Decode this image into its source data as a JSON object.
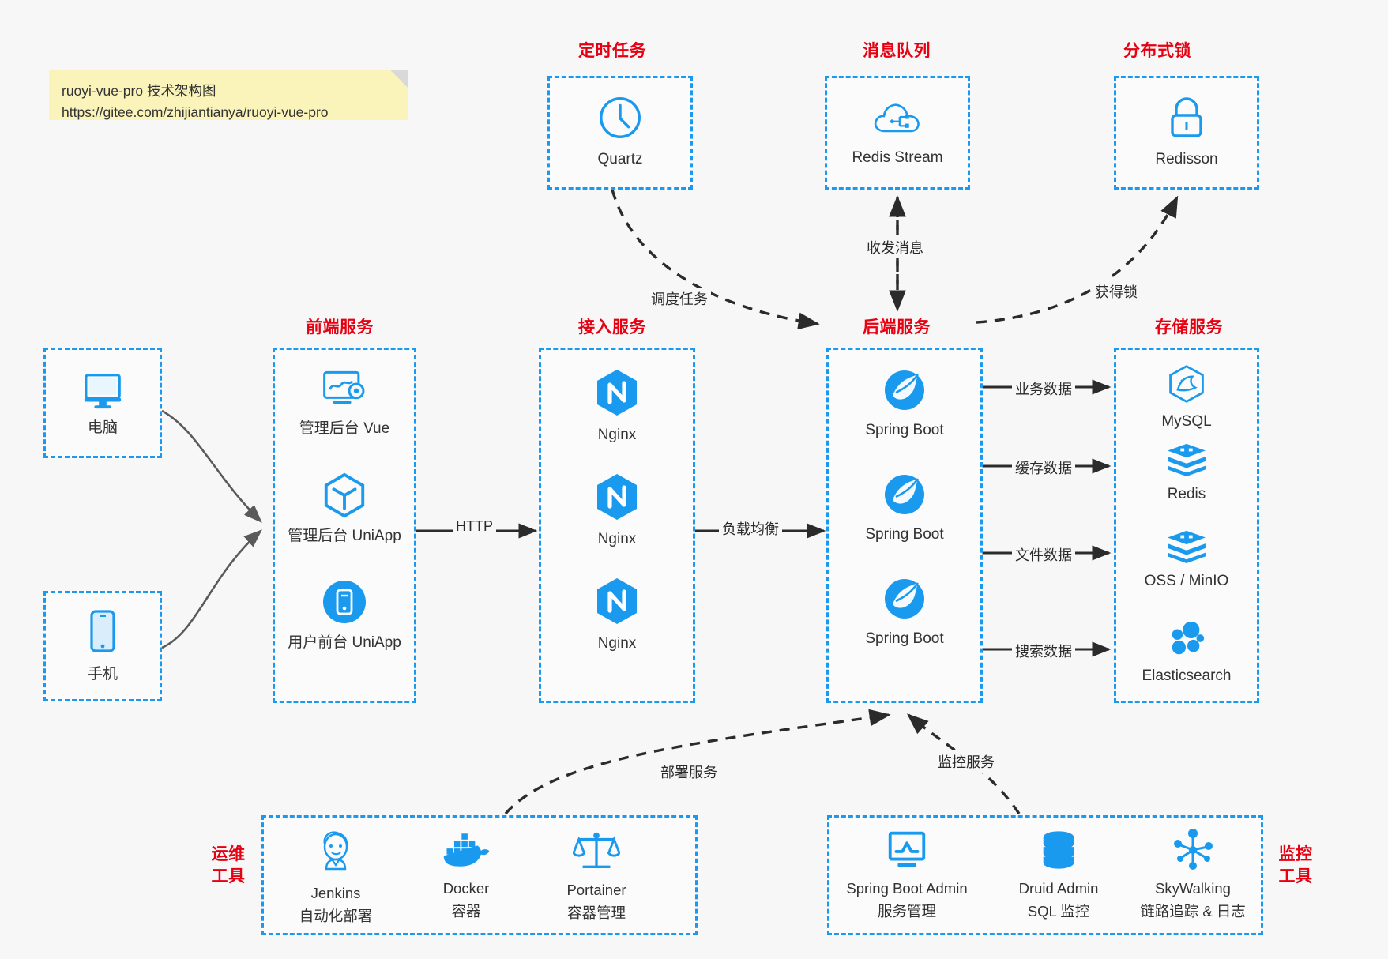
{
  "note": {
    "line1": "ruoyi-vue-pro 技术架构图",
    "line2": "https://gitee.com/zhijiantianya/ruoyi-vue-pro"
  },
  "colors": {
    "accent": "#1a9aee",
    "title": "#e60012",
    "background": "#f7f7f7",
    "note": "#fbf4ba",
    "arrow": "#2b2b2b"
  },
  "groups": {
    "scheduler": {
      "title": "定时任务"
    },
    "mq": {
      "title": "消息队列"
    },
    "lock": {
      "title": "分布式锁"
    },
    "frontend": {
      "title": "前端服务"
    },
    "gateway": {
      "title": "接入服务"
    },
    "backend": {
      "title": "后端服务"
    },
    "storage": {
      "title": "存储服务"
    },
    "devops": {
      "title": "运维\n工具",
      "line1": "运维",
      "line2": "工具"
    },
    "monitor": {
      "title": "监控\n工具",
      "line1": "监控",
      "line2": "工具"
    }
  },
  "nodes": {
    "quartz": {
      "label": "Quartz",
      "icon": "clock-icon"
    },
    "redis_stream": {
      "label": "Redis Stream",
      "icon": "cloud-network-icon"
    },
    "redisson": {
      "label": "Redisson",
      "icon": "lock-icon"
    },
    "computer": {
      "label": "电脑",
      "icon": "monitor-icon"
    },
    "phone": {
      "label": "手机",
      "icon": "phone-icon"
    },
    "admin_vue": {
      "label": "管理后台 Vue",
      "icon": "dashboard-icon"
    },
    "admin_uniapp": {
      "label": "管理后台 UniApp",
      "icon": "uniapp-icon"
    },
    "user_uniapp": {
      "label": "用户前台 UniApp",
      "icon": "mobile-app-icon"
    },
    "nginx1": {
      "label": "Nginx",
      "icon": "nginx-icon"
    },
    "nginx2": {
      "label": "Nginx",
      "icon": "nginx-icon"
    },
    "nginx3": {
      "label": "Nginx",
      "icon": "nginx-icon"
    },
    "spring1": {
      "label": "Spring Boot",
      "icon": "spring-icon"
    },
    "spring2": {
      "label": "Spring Boot",
      "icon": "spring-icon"
    },
    "spring3": {
      "label": "Spring Boot",
      "icon": "spring-icon"
    },
    "mysql": {
      "label": "MySQL",
      "icon": "mysql-icon"
    },
    "redis": {
      "label": "Redis",
      "icon": "redis-icon"
    },
    "oss": {
      "label": "OSS / MinIO",
      "icon": "oss-icon"
    },
    "elasticsearch": {
      "label": "Elasticsearch",
      "icon": "elasticsearch-icon"
    },
    "jenkins": {
      "label": "Jenkins",
      "sublabel": "自动化部署",
      "icon": "jenkins-icon"
    },
    "docker": {
      "label": "Docker",
      "sublabel": "容器",
      "icon": "docker-icon"
    },
    "portainer": {
      "label": "Portainer",
      "sublabel": "容器管理",
      "icon": "portainer-icon"
    },
    "sba": {
      "label": "Spring Boot Admin",
      "sublabel": "服务管理",
      "icon": "monitor-chart-icon"
    },
    "druid": {
      "label": "Druid Admin",
      "sublabel": "SQL 监控",
      "icon": "database-icon"
    },
    "skywalking": {
      "label": "SkyWalking",
      "sublabel": "链路追踪 & 日志",
      "icon": "skywalking-icon"
    }
  },
  "edges": {
    "schedule_task": "调度任务",
    "send_receive_message": "收发消息",
    "acquire_lock": "获得锁",
    "http": "HTTP",
    "load_balance": "负载均衡",
    "business_data": "业务数据",
    "cache_data": "缓存数据",
    "file_data": "文件数据",
    "search_data": "搜索数据",
    "deploy_service": "部署服务",
    "monitor_service": "监控服务"
  }
}
